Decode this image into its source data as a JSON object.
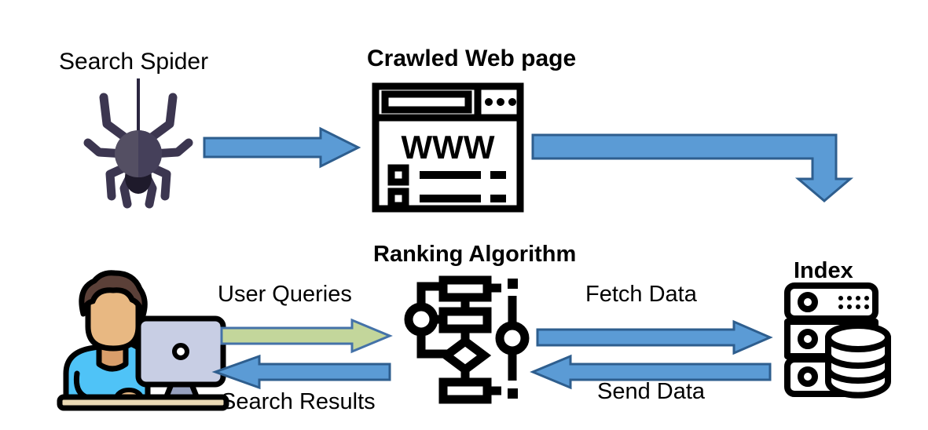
{
  "diagram": {
    "title": "Search engine architecture flow",
    "background": "#ffffff",
    "colors": {
      "arrow_blue_fill": "#5B9BD5",
      "arrow_blue_stroke": "#2E5E8E",
      "arrow_green_fill": "#C3D69B",
      "arrow_green_stroke": "#4472A8",
      "label_text": "#000000",
      "icon_black": "#000000",
      "spider_body": "#544F63",
      "spider_body_dark": "#453F52",
      "user_shirt": "#4FC3F7",
      "user_skin": "#E8B882",
      "user_hair": "#5B4038",
      "monitor_screen": "#C8CEE4",
      "desk": "#EAD9B4"
    }
  },
  "nodes": [
    {
      "id": "search-spider",
      "label": "Search Spider",
      "bold": false,
      "icon": "spider-icon"
    },
    {
      "id": "crawled-web-page",
      "label": "Crawled Web page",
      "bold": true,
      "icon": "browser-window-www-icon",
      "icon_text": "WWW"
    },
    {
      "id": "ranking-algorithm",
      "label": "Ranking Algorithm",
      "bold": true,
      "icon": "flowchart-icon"
    },
    {
      "id": "index",
      "label": "Index",
      "bold": true,
      "icon": "server-database-icon"
    },
    {
      "id": "user",
      "label": "",
      "bold": false,
      "icon": "user-at-computer-icon"
    }
  ],
  "arrows": [
    {
      "id": "spider-to-webpage",
      "label": "",
      "from": "search-spider",
      "to": "crawled-web-page",
      "direction": "right",
      "color": "#5B9BD5",
      "style": "straight"
    },
    {
      "id": "webpage-to-index",
      "label": "",
      "from": "crawled-web-page",
      "to": "index",
      "direction": "right-then-down",
      "color": "#5B9BD5",
      "style": "elbow"
    },
    {
      "id": "user-queries",
      "label": "User Queries",
      "from": "user",
      "to": "ranking-algorithm",
      "direction": "right",
      "color": "#C3D69B",
      "style": "straight"
    },
    {
      "id": "search-results",
      "label": "Search Results",
      "from": "ranking-algorithm",
      "to": "user",
      "direction": "left",
      "color": "#5B9BD5",
      "style": "straight"
    },
    {
      "id": "fetch-data",
      "label": "Fetch Data",
      "from": "ranking-algorithm",
      "to": "index",
      "direction": "right",
      "color": "#5B9BD5",
      "style": "straight"
    },
    {
      "id": "send-data",
      "label": "Send Data",
      "from": "index",
      "to": "ranking-algorithm",
      "direction": "left",
      "color": "#5B9BD5",
      "style": "straight"
    }
  ]
}
